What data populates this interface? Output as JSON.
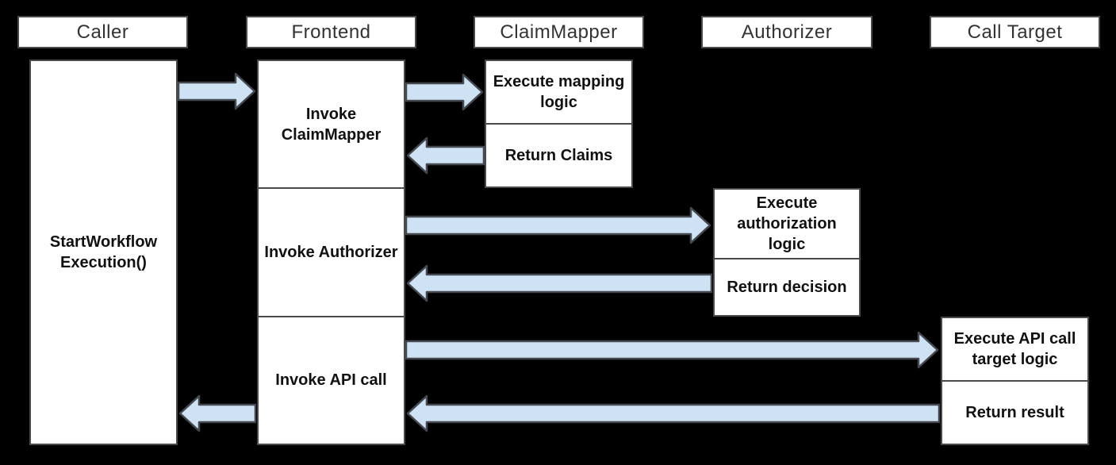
{
  "colors": {
    "background": "#000000",
    "box_fill": "#ffffff",
    "box_border": "#4a4a4a",
    "arrow_fill": "#cfe2f3",
    "arrow_stroke": "#45494f",
    "header_text": "#333333",
    "body_text": "#111111"
  },
  "lifelines": [
    {
      "header": "Caller",
      "boxes": [
        {
          "label": "StartWorkflow Execution()"
        }
      ]
    },
    {
      "header": "Frontend",
      "boxes": [
        {
          "label": "Invoke ClaimMapper"
        },
        {
          "label": "Invoke Authorizer"
        },
        {
          "label": "Invoke API call"
        }
      ]
    },
    {
      "header": "ClaimMapper",
      "boxes": [
        {
          "label": "Execute mapping logic"
        },
        {
          "label": "Return Claims"
        }
      ]
    },
    {
      "header": "Authorizer",
      "boxes": [
        {
          "label": "Execute authorization logic"
        },
        {
          "label": "Return decision"
        }
      ]
    },
    {
      "header": "Call Target",
      "boxes": [
        {
          "label": "Execute API call target logic"
        },
        {
          "label": "Return result"
        }
      ]
    }
  ],
  "arrows": [
    {
      "from": "Caller",
      "to": "Frontend",
      "direction": "right"
    },
    {
      "from": "Frontend",
      "to": "ClaimMapper",
      "direction": "right"
    },
    {
      "from": "ClaimMapper",
      "to": "Frontend",
      "direction": "left"
    },
    {
      "from": "Frontend",
      "to": "Authorizer",
      "direction": "right"
    },
    {
      "from": "Authorizer",
      "to": "Frontend",
      "direction": "left"
    },
    {
      "from": "Frontend",
      "to": "Call Target",
      "direction": "right"
    },
    {
      "from": "Call Target",
      "to": "Frontend",
      "direction": "left"
    },
    {
      "from": "Frontend",
      "to": "Caller",
      "direction": "left"
    }
  ]
}
